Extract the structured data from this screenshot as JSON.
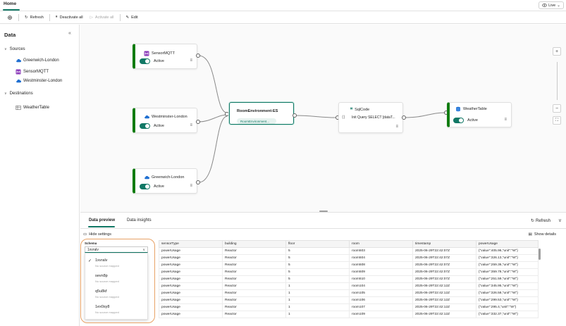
{
  "header": {
    "home_tab": "Home",
    "live_label": "Live"
  },
  "toolbar": {
    "refresh": "Refresh",
    "deactivate_all": "Deactivate all",
    "activate_all": "Activate all",
    "edit": "Edit"
  },
  "sidebar": {
    "title": "Data",
    "sources_label": "Sources",
    "sources": [
      "Greenwich-London",
      "SensorMQTT",
      "Westminster-London"
    ],
    "destinations_label": "Destinations",
    "destinations": [
      "WeatherTable"
    ]
  },
  "canvas": {
    "nodes": {
      "sensor_mqtt": {
        "title": "SensorMQTT",
        "status": "Active"
      },
      "westminster": {
        "title": "Westminster-London",
        "status": "Active"
      },
      "greenwich": {
        "title": "Greenwich-London",
        "status": "Active"
      },
      "eventstream": {
        "title": "RoomEnvironment-ES",
        "chip": "RoomEnvironment..."
      },
      "sqlcode": {
        "title": "SqlCode",
        "query": "Init Query SELECT [dataT..."
      },
      "weathertable": {
        "title": "WeatherTable",
        "status": "Active"
      }
    },
    "zoom_in": "+",
    "zoom_out": "−"
  },
  "bottom_panel": {
    "tabs": [
      "Data preview",
      "Data insights"
    ],
    "refresh": "Refresh",
    "hide_settings": "Hide settings",
    "show_details": "Show details",
    "schema_label": "Schema",
    "schema_selected": "1xvralv",
    "schema_options": [
      {
        "name": "1xvralv",
        "sub": "No source mapped",
        "selected": true
      },
      {
        "name": "sevn8p",
        "sub": "No source mapped",
        "selected": false
      },
      {
        "name": "q5u8kf",
        "sub": "No source mapped",
        "selected": false
      },
      {
        "name": "1ex0sy8",
        "sub": "No source mapped",
        "selected": false
      }
    ],
    "table": {
      "columns": [
        "sensorType",
        "building",
        "floor",
        "room",
        "timestamp",
        "powerUsage"
      ],
      "rows": [
        [
          "powerUsage",
          "Reactor",
          "5",
          "room503",
          "2025-06-29T22:42:07Z",
          "{\"value\":405.96,\"unit\":\"W\"}"
        ],
        [
          "powerUsage",
          "Reactor",
          "5",
          "room504",
          "2025-06-29T22:42:07Z",
          "{\"value\":326.13,\"unit\":\"W\"}"
        ],
        [
          "powerUsage",
          "Reactor",
          "5",
          "room508",
          "2025-06-29T22:42:07Z",
          "{\"value\":259.36,\"unit\":\"W\"}"
        ],
        [
          "powerUsage",
          "Reactor",
          "5",
          "room509",
          "2025-06-29T22:42:07Z",
          "{\"value\":359.78,\"unit\":\"W\"}"
        ],
        [
          "powerUsage",
          "Reactor",
          "5",
          "room510",
          "2025-06-29T22:42:07Z",
          "{\"value\":251.59,\"unit\":\"W\"}"
        ],
        [
          "powerUsage",
          "Reactor",
          "1",
          "room104",
          "2025-06-29T22:42:12Z",
          "{\"value\":345.95,\"unit\":\"W\"}"
        ],
        [
          "powerUsage",
          "Reactor",
          "1",
          "room105",
          "2025-06-29T22:42:12Z",
          "{\"value\":326.58,\"unit\":\"W\"}"
        ],
        [
          "powerUsage",
          "Reactor",
          "1",
          "room106",
          "2025-06-29T22:42:12Z",
          "{\"value\":299.53,\"unit\":\"W\"}"
        ],
        [
          "powerUsage",
          "Reactor",
          "1",
          "room107",
          "2025-06-29T22:42:12Z",
          "{\"value\":295.4,\"unit\":\"W\"}"
        ],
        [
          "powerUsage",
          "Reactor",
          "1",
          "room109",
          "2025-06-29T22:42:12Z",
          "{\"value\":332.37,\"unit\":\"W\"}"
        ]
      ]
    }
  },
  "colors": {
    "accent": "#117865",
    "active_green": "#107c10",
    "highlight": "#e8a266"
  }
}
